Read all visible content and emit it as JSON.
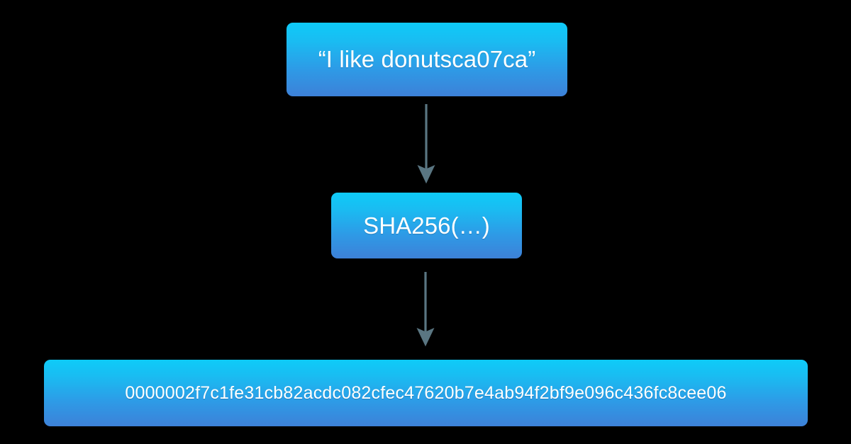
{
  "diagram": {
    "title": "SHA256 hashing flow",
    "background_color": "#000000",
    "node_gradient_top": "#0ecbf8",
    "node_gradient_bottom": "#3d81d8",
    "arrow_color": "#5a7682",
    "text_color": "#ffffff",
    "nodes": [
      {
        "id": "input",
        "label": "“I like donutsca07ca”",
        "role": "input-message"
      },
      {
        "id": "function",
        "label": "SHA256(…)",
        "role": "hash-function"
      },
      {
        "id": "digest",
        "label": "0000002f7c1fe31cb82acdc082cfec47620b7e4ab94f2bf9e096c436fc8cee06",
        "role": "hash-digest"
      }
    ],
    "edges": [
      {
        "id": "input-to-function",
        "from": "input",
        "to": "function",
        "label": ""
      },
      {
        "id": "function-to-digest",
        "from": "function",
        "to": "digest",
        "label": ""
      }
    ]
  }
}
